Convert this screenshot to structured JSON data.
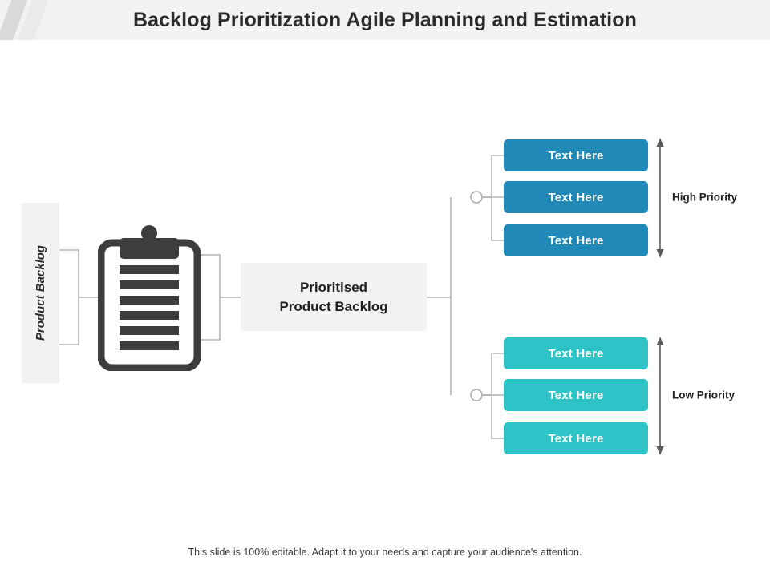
{
  "title": "Backlog Prioritization Agile Planning and Estimation",
  "vertical_label": "Product Backlog",
  "center_node": {
    "line1": "Prioritised",
    "line2": "Product Backlog"
  },
  "groups": [
    {
      "id": "high",
      "label": "High Priority",
      "color": "#2189b8",
      "items": [
        {
          "label": "Text Here"
        },
        {
          "label": "Text Here"
        },
        {
          "label": "Text Here"
        }
      ]
    },
    {
      "id": "low",
      "label": "Low Priority",
      "color": "#2ec3c6",
      "items": [
        {
          "label": "Text Here"
        },
        {
          "label": "Text Here"
        },
        {
          "label": "Text Here"
        }
      ]
    }
  ],
  "footer": "This slide is 100% editable. Adapt it to your needs and capture your audience's attention.",
  "icons": {
    "clipboard": "clipboard-icon",
    "title_accent": "accent-stripes-icon"
  }
}
